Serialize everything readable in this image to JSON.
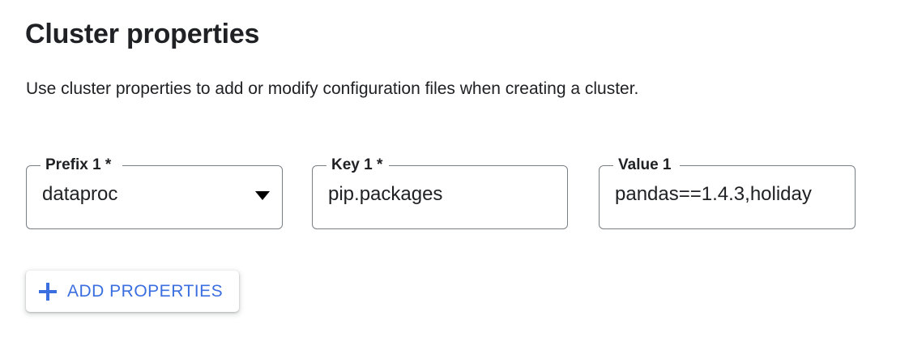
{
  "header": {
    "title": "Cluster properties",
    "description": "Use cluster properties to add or modify configuration files when creating a cluster."
  },
  "form": {
    "fields": [
      {
        "name": "prefix",
        "label": "Prefix 1 *",
        "value": "dataproc",
        "type": "select",
        "icon": "chevron-down-icon"
      },
      {
        "name": "key",
        "label": "Key 1 *",
        "value": "pip.packages",
        "type": "text"
      },
      {
        "name": "value",
        "label": "Value 1",
        "value": "pandas==1.4.3,holiday",
        "type": "text"
      }
    ]
  },
  "actions": {
    "add_properties_label": "ADD PROPERTIES",
    "add_properties_icon": "plus-icon"
  },
  "colors": {
    "accent": "#3b6fe0",
    "text": "#202124",
    "field_border": "#7a7f84",
    "background": "#ffffff"
  }
}
